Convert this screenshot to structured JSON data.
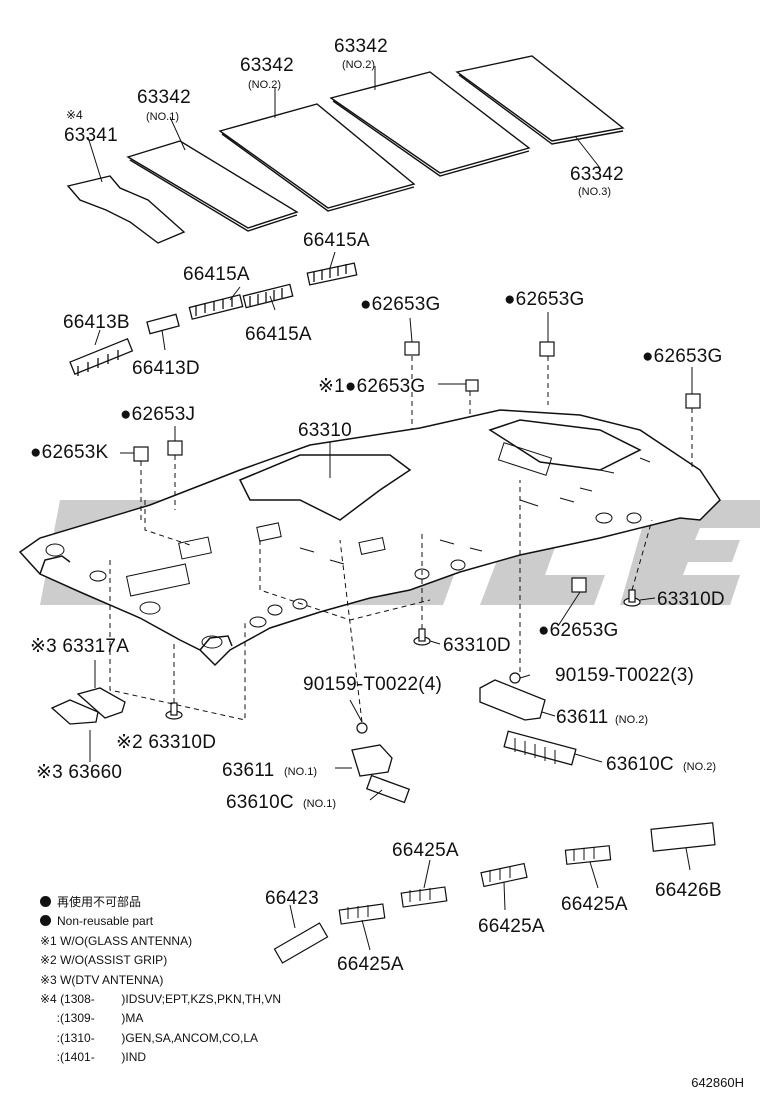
{
  "parts": {
    "p63341": {
      "mark": "※4",
      "code": "63341"
    },
    "p63342_no1": {
      "code": "63342",
      "sub": "(NO.1)"
    },
    "p63342_no2a": {
      "code": "63342",
      "sub": "(NO.2)"
    },
    "p63342_no2b": {
      "code": "63342",
      "sub": "(NO.2)"
    },
    "p63342_no3": {
      "code": "63342",
      "sub": "(NO.3)"
    },
    "p66415A_1": {
      "code": "66415A"
    },
    "p66415A_2": {
      "code": "66415A"
    },
    "p66415A_3": {
      "code": "66415A"
    },
    "p66413B": {
      "code": "66413B"
    },
    "p66413D": {
      "code": "66413D"
    },
    "p62653G_1": {
      "code": "●62653G"
    },
    "p62653G_2": {
      "code": "●62653G"
    },
    "p62653G_3": {
      "code": "●62653G"
    },
    "p62653G_4": {
      "code": "※1●62653G"
    },
    "p62653J": {
      "code": "●62653J"
    },
    "p62653K": {
      "code": "●62653K"
    },
    "p63310": {
      "code": "63310"
    },
    "p63310D_1": {
      "code": "63310D"
    },
    "p63310D_2": {
      "code": "63310D"
    },
    "p63310D_3": {
      "code": "※2 63310D"
    },
    "p62653G_5": {
      "code": "●62653G"
    },
    "p63317A": {
      "code": "※3 63317A"
    },
    "p63660": {
      "code": "※3 63660"
    },
    "p90159_4": {
      "code": "90159-T0022(4)"
    },
    "p90159_3": {
      "code": "90159-T0022(3)"
    },
    "p63611_no2": {
      "code": "63611",
      "sub": "(NO.2)"
    },
    "p63610C_no2": {
      "code": "63610C",
      "sub": "(NO.2)"
    },
    "p63611_no1": {
      "code": "63611",
      "sub": "(NO.1)"
    },
    "p63610C_no1": {
      "code": "63610C",
      "sub": "(NO.1)"
    },
    "p66425A_1": {
      "code": "66425A"
    },
    "p66425A_2": {
      "code": "66425A"
    },
    "p66425A_3": {
      "code": "66425A"
    },
    "p66425A_4": {
      "code": "66425A"
    },
    "p66423": {
      "code": "66423"
    },
    "p66426B": {
      "code": "66426B"
    }
  },
  "legend": {
    "dot_jp": "再使用不可部品",
    "dot_en": "Non-reusable part",
    "notes": [
      "※1 W/O(GLASS ANTENNA)",
      "※2 W/O(ASSIST GRIP)",
      "※3 W(DTV ANTENNA)",
      "※4 (1308-        )IDSUV;EPT,KZS,PKN,TH,VN",
      "     :(1309-        )MA",
      "     :(1310-        )GEN,SA,ANCOM,CO,LA",
      "     :(1401-        )IND"
    ]
  },
  "figure_id": "642860H",
  "colors": {
    "ink": "#111111",
    "watermark": "#bdbdbd"
  }
}
